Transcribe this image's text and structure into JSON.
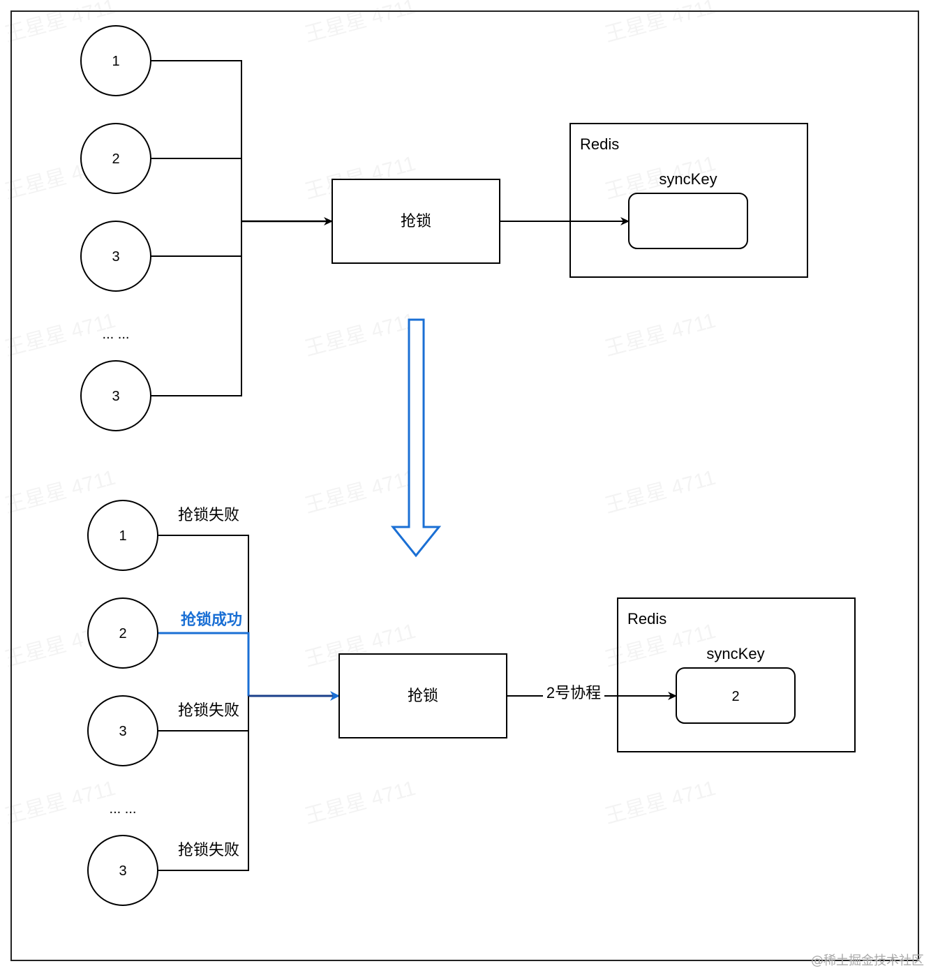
{
  "top": {
    "coroutines": [
      "1",
      "2",
      "3",
      "3"
    ],
    "ellipsis": "... ...",
    "lock_box_label": "抢锁",
    "redis_label": "Redis",
    "sync_key_label": "syncKey",
    "sync_key_value": ""
  },
  "bottom": {
    "coroutines": [
      "1",
      "2",
      "3",
      "3"
    ],
    "ellipsis": "... ...",
    "edge_labels": [
      "抢锁失败",
      "抢锁成功",
      "抢锁失败",
      "抢锁失败"
    ],
    "lock_box_label": "抢锁",
    "arrow_label": "2号协程",
    "redis_label": "Redis",
    "sync_key_label": "syncKey",
    "sync_key_value": "2"
  },
  "watermark_text": "王星星 4711",
  "credit": "@稀土掘金技术社区",
  "colors": {
    "line": "#000000",
    "highlight": "#1a6fd4",
    "frame": "#222222"
  }
}
